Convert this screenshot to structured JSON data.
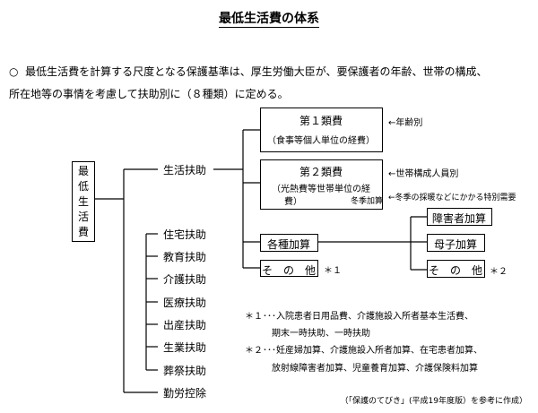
{
  "title": "最低生活費の体系",
  "intro": {
    "bullet": "○",
    "line1": "最低生活費を計算する尺度となる保護基準は、厚生労働大臣が、要保護者の年齢、世帯の構成、",
    "line2": "所在地等の事情を考慮して扶助別に（８種類）に定める。"
  },
  "root_chars": [
    "最",
    "低",
    "生",
    "活",
    "費"
  ],
  "aids": [
    "生活扶助",
    "住宅扶助",
    "教育扶助",
    "介護扶助",
    "医療扶助",
    "出産扶助",
    "生業扶助",
    "葬祭扶助",
    "勤労控除"
  ],
  "class1": {
    "title": "第１類費",
    "desc": "（食事等個人単位の経費）",
    "note": "←年齢別"
  },
  "class2": {
    "title": "第２類費",
    "desc1": "（光熱費等世帯単位の経",
    "desc2": "費）",
    "winter": "冬季加算",
    "note": "←世帯構成人員別",
    "winter_note": "←冬季の採暖などにかかる特別需要"
  },
  "kakusan": "各種加算",
  "sonota1": "そ　の　他",
  "sonota1_mark": "＊１",
  "disabled": "障害者加算",
  "maternal": "母子加算",
  "sonota2": "そ　の　他",
  "sonota2_mark": "＊２",
  "footnote1": {
    "line1": "＊１･･･入院患者日用品費、介護施設入所者基本生活費、",
    "line2": "期末一時扶助、一時扶助"
  },
  "footnote2": {
    "line1": "＊２･･･妊産婦加算、介護施設入所者加算、在宅患者加算、",
    "line2": "放射線障害者加算、児童養育加算、介護保険料加算"
  },
  "source": "（「保護のてびき」(平成19年度版）を参考に作成）"
}
